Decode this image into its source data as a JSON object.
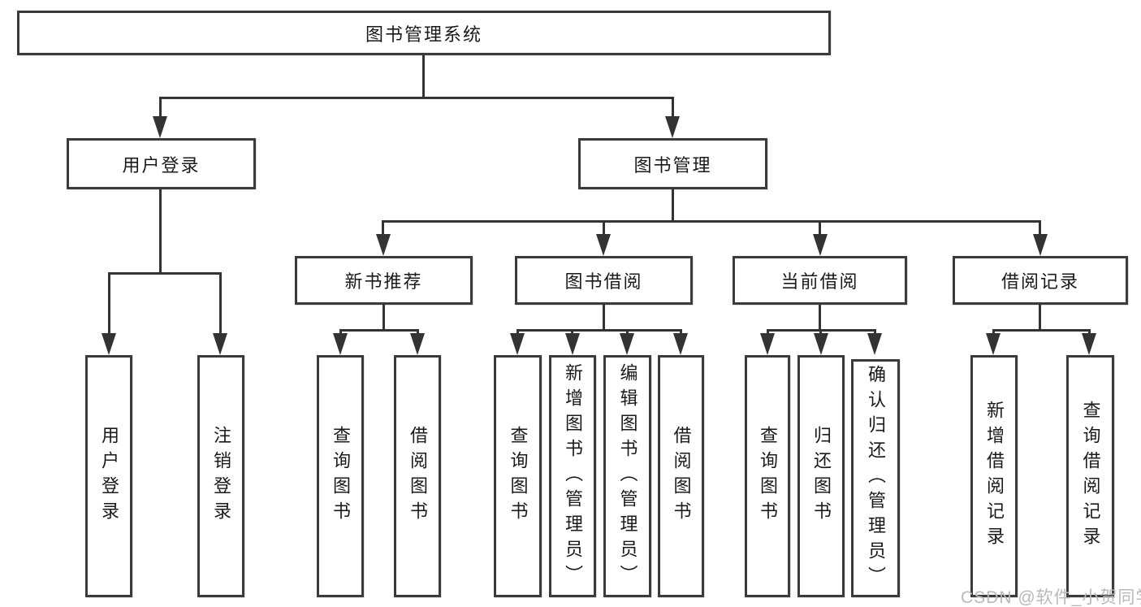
{
  "diagram": {
    "title": "图书管理系统",
    "root": {
      "label": "图书管理系统"
    },
    "level2": [
      {
        "label": "用户登录"
      },
      {
        "label": "图书管理"
      }
    ],
    "level3": [
      {
        "label": "新书推荐"
      },
      {
        "label": "图书借阅"
      },
      {
        "label": "当前借阅"
      },
      {
        "label": "借阅记录"
      }
    ],
    "leaves": {
      "user_login": [
        "用户登录",
        "注销登录"
      ],
      "new_book": [
        "查询图书",
        "借阅图书"
      ],
      "book_borrow": [
        "查询图书",
        "新增图书（管理员）",
        "编辑图书（管理员）",
        "借阅图书"
      ],
      "current_borrow": [
        "查询图书",
        "归还图书",
        "确认归还（管理员）"
      ],
      "borrow_record": [
        "新增借阅记录",
        "查询借阅记录"
      ]
    },
    "watermark": "CSDN @软件_小贺同学",
    "colors": {
      "border": "#3b3b3b",
      "line": "#333333",
      "text": "#1a1a1a",
      "watermark": "#b9b9bd",
      "background": "#ffffff"
    }
  }
}
